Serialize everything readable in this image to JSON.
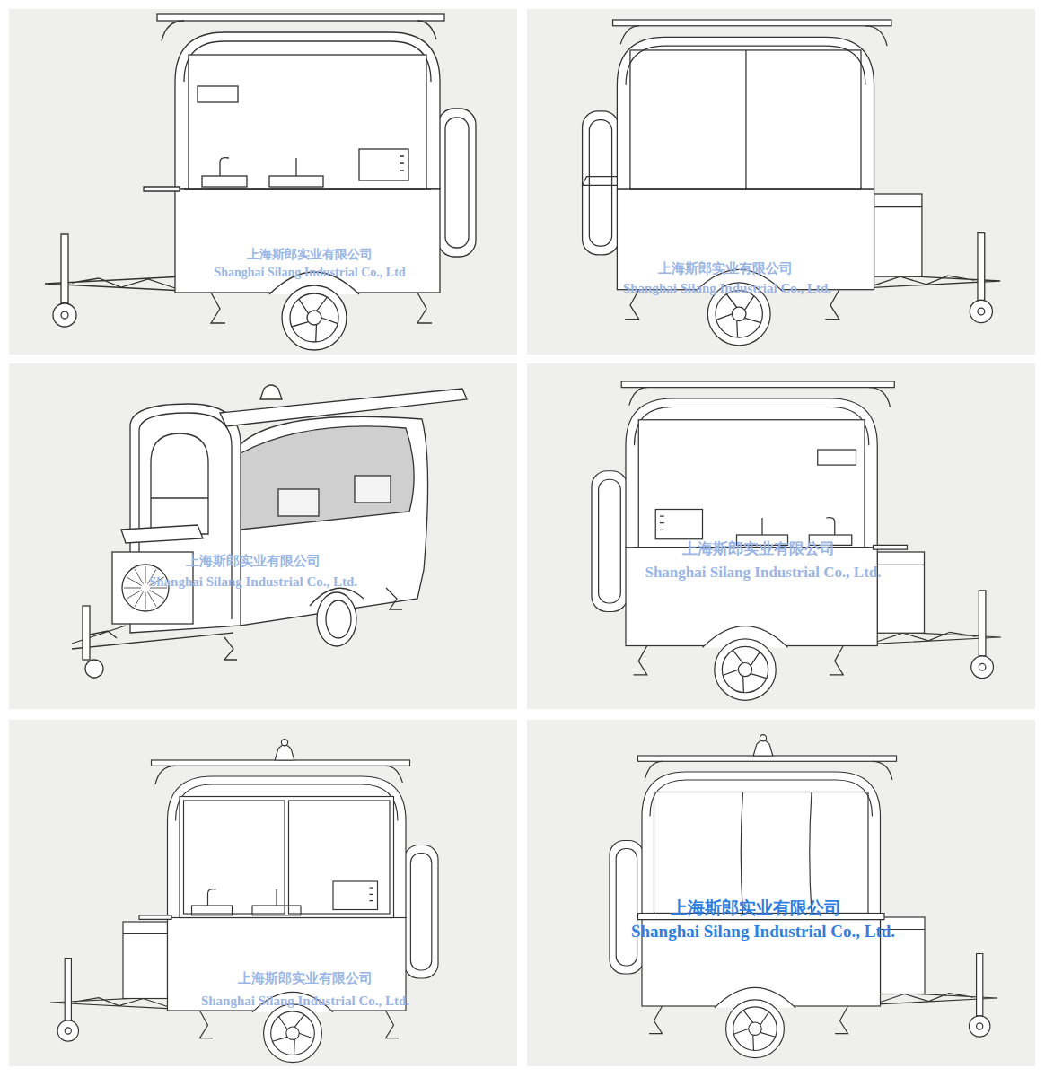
{
  "diagram": {
    "labels": [
      "上海斯郎实业有限公司",
      "Shanghai Silang Industrial Co., Ltd",
      "上海斯郎实业有限公司",
      "Shanghai Silang Industrial Co., Ltd.",
      "上海斯郎实业有限公司",
      "Shanghai Silang Industrial Co., Ltd.",
      "上海斯郎实业有限公司",
      "Shanghai Silang Industrial Co., Ltd.",
      "上海斯郎实业有限公司",
      "Shanghai Silang Industrial Co., Ltd.",
      "上海斯郎实业有限公司",
      "Shanghai Silang Industrial Co., Ltd."
    ]
  }
}
